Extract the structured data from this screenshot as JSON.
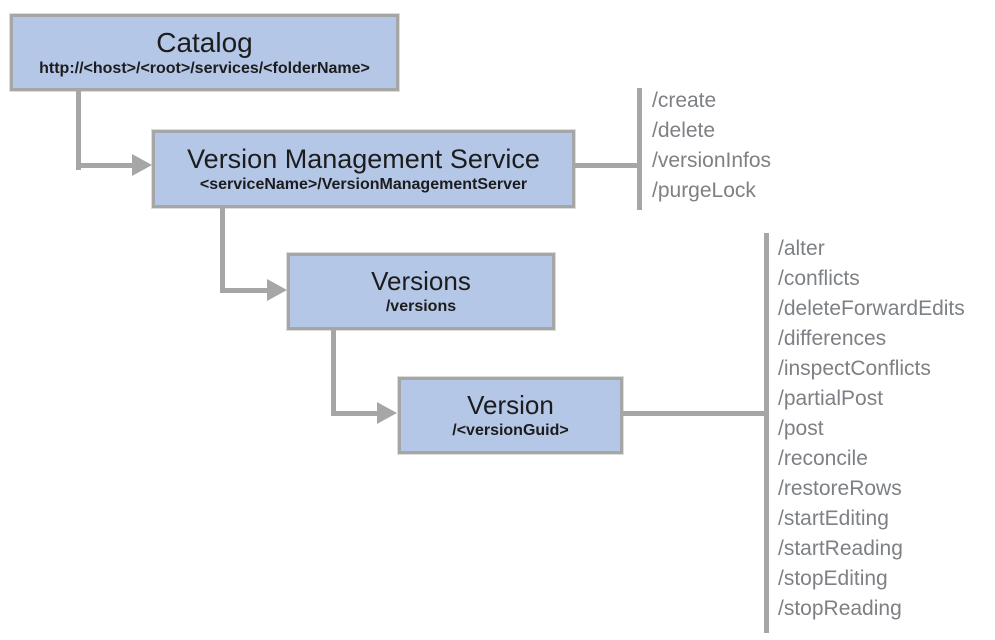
{
  "diagram": {
    "nodes": {
      "catalog": {
        "title": "Catalog",
        "subtitle": "http://<host>/<root>/services/<folderName>"
      },
      "version_management_service": {
        "title": "Version Management Service",
        "subtitle": "<serviceName>/VersionManagementServer",
        "endpoints": [
          "/create",
          "/delete",
          "/versionInfos",
          "/purgeLock"
        ]
      },
      "versions": {
        "title": "Versions",
        "subtitle": "/versions"
      },
      "version": {
        "title": "Version",
        "subtitle": "/<versionGuid>",
        "endpoints": [
          "/alter",
          "/conflicts",
          "/deleteForwardEdits",
          "/differences",
          "/inspectConflicts",
          "/partialPost",
          "/post",
          "/reconcile",
          "/restoreRows",
          "/startEditing",
          "/startReading",
          "/stopEditing",
          "/stopReading"
        ]
      }
    },
    "colors": {
      "node_fill": "#b4c7e7",
      "node_border": "#a6a6a6",
      "connector": "#a6a6a6",
      "endpoint_text": "#7d8084",
      "title_text": "#1c1c1c"
    }
  }
}
